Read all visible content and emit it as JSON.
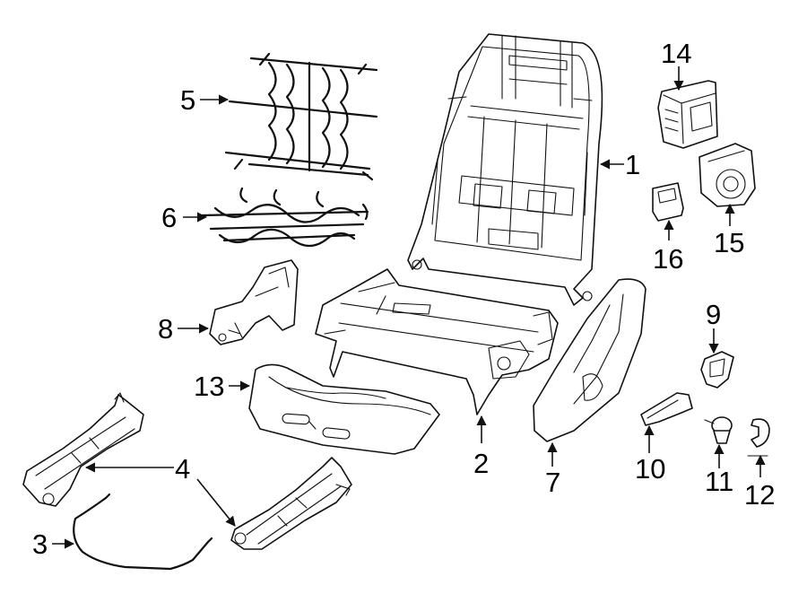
{
  "callouts": [
    "1",
    "2",
    "3",
    "4",
    "5",
    "6",
    "7",
    "8",
    "9",
    "10",
    "11",
    "12",
    "13",
    "14",
    "15",
    "16"
  ],
  "colors": {
    "line": "#111111",
    "background": "#ffffff",
    "label": "#000000"
  }
}
